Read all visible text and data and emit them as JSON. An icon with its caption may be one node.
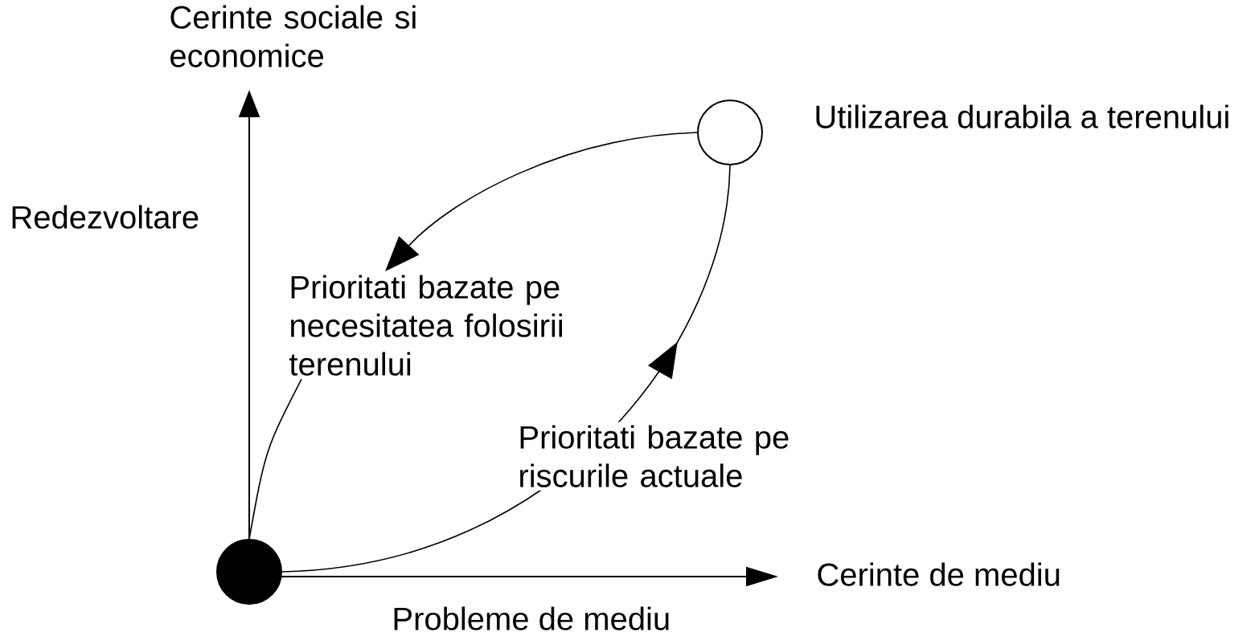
{
  "diagram": {
    "nodes": [
      {
        "text": [],
        "shape": "circle"
      },
      {
        "text": [],
        "shape": "circle",
        "beside": [
          "Utilizarea durabila a terenului"
        ]
      },
      {
        "text": [
          "Prioritati bazate pe necesitatea folosirii terenului"
        ]
      }
    ],
    "edges": [
      {
        "from": 0,
        "to": 1,
        "arrow": "to",
        "label": "Prioritati bazate pe riscurile actuale"
      },
      {
        "from": 1,
        "to": 2,
        "arrow": "to"
      },
      {
        "from": 2,
        "to": 0,
        "arrow": "none"
      }
    ],
    "labels": [
      "Cerinte sociale si economice",
      "Redezvoltare",
      "Cerinte de mediu",
      "Probleme de mediu"
    ]
  }
}
